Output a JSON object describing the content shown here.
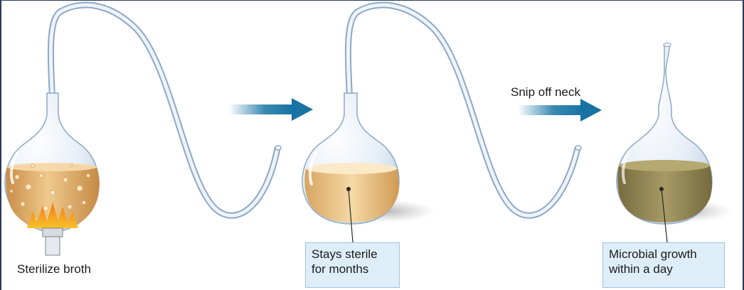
{
  "steps": [
    {
      "id": "step1",
      "label": "Sterilize broth"
    },
    {
      "id": "step2",
      "label_lines": [
        "Stays sterile",
        "for months"
      ]
    },
    {
      "id": "step3",
      "label_lines": [
        "Microbial growth",
        "within a day"
      ]
    }
  ],
  "arrows": [
    {
      "id": "arrow1",
      "label": ""
    },
    {
      "id": "arrow2",
      "label": "Snip off neck"
    }
  ],
  "colors": {
    "glass": "#e7eef7",
    "glass_edge": "#8da8c6",
    "broth_boiling": "#d9a566",
    "broth_sterile": "#e8bf7f",
    "broth_contaminated": "#8e8251",
    "arrow": "#1673a3",
    "flame": "#f6a01a",
    "callout_bg": "#deeef8"
  },
  "icons": [
    "flame-icon",
    "bunsen-burner-icon",
    "flask-icon",
    "right-arrow-icon"
  ]
}
